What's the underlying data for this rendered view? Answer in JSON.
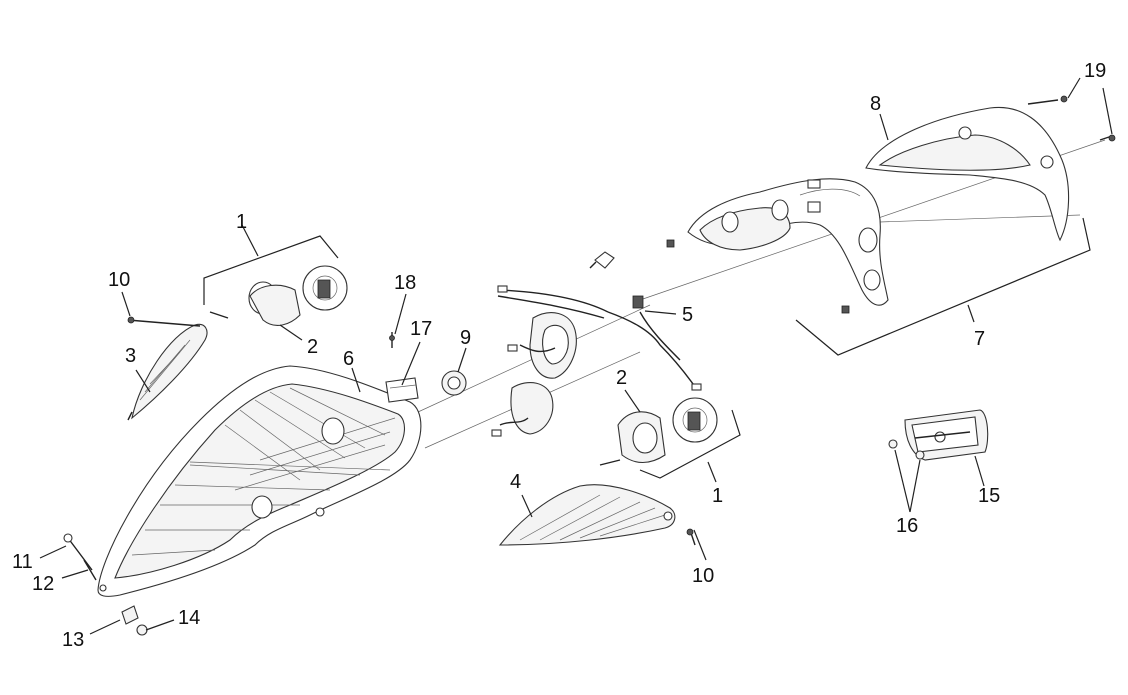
{
  "callouts": {
    "c1a": "1",
    "c1b": "1",
    "c2a": "2",
    "c2b": "2",
    "c3": "3",
    "c4": "4",
    "c5": "5",
    "c6": "6",
    "c7": "7",
    "c8": "8",
    "c9": "9",
    "c10a": "10",
    "c10b": "10",
    "c11": "11",
    "c12": "12",
    "c13": "13",
    "c14": "14",
    "c15": "15",
    "c16": "16",
    "c17": "17",
    "c18": "18",
    "c19": "19"
  },
  "colors": {
    "line": "#222222",
    "background": "#ffffff"
  }
}
